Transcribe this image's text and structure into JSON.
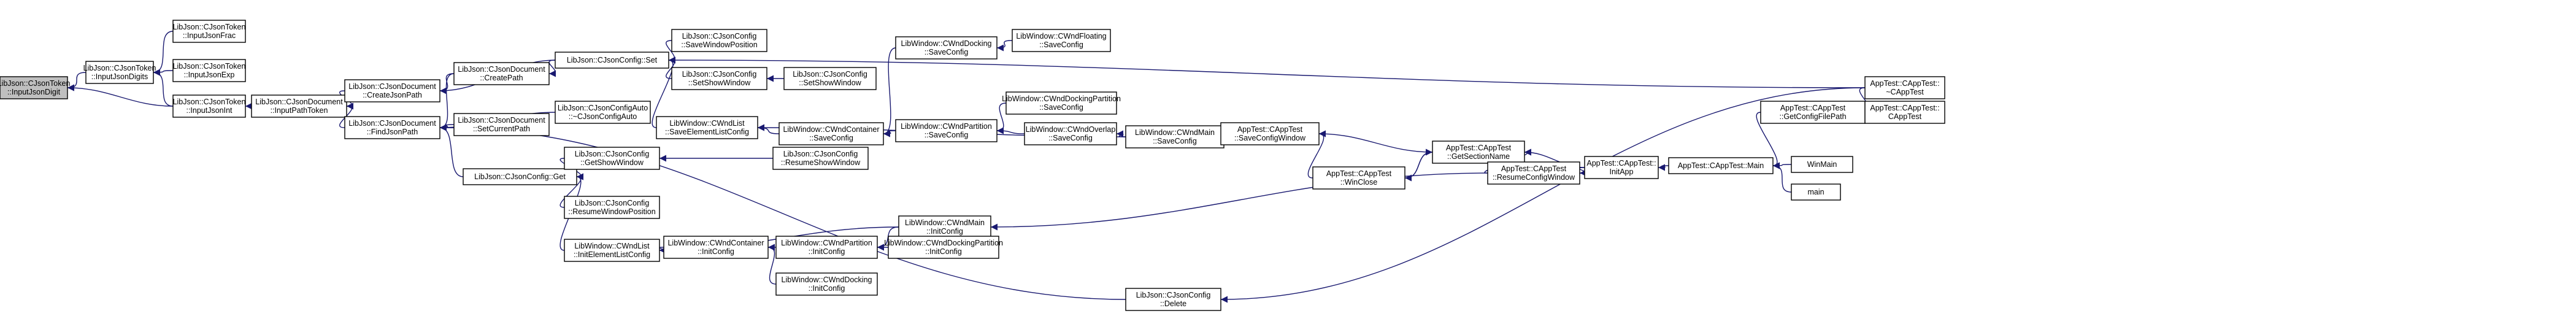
{
  "nodes": [
    {
      "id": "n0",
      "lines": [
        "LibJson::CJsonToken",
        "::InputJsonDigit"
      ],
      "root": true
    },
    {
      "id": "n1",
      "lines": [
        "LibJson::CJsonToken",
        "::InputJsonDigits"
      ]
    },
    {
      "id": "n2",
      "lines": [
        "LibJson::CJsonToken",
        "::InputJsonFrac"
      ]
    },
    {
      "id": "n3",
      "lines": [
        "LibJson::CJsonToken",
        "::InputJsonExp"
      ]
    },
    {
      "id": "n4",
      "lines": [
        "LibJson::CJsonToken",
        "::InputJsonInt"
      ]
    },
    {
      "id": "n5",
      "lines": [
        "LibJson::CJsonDocument",
        "::InputPathToken"
      ]
    },
    {
      "id": "n6",
      "lines": [
        "LibJson::CJsonDocument",
        "::CreateJsonPath"
      ]
    },
    {
      "id": "n7",
      "lines": [
        "LibJson::CJsonDocument",
        "::FindJsonPath"
      ]
    },
    {
      "id": "n8",
      "lines": [
        "LibJson::CJsonDocument",
        "::CreatePath"
      ]
    },
    {
      "id": "n9",
      "lines": [
        "LibJson::CJsonDocument",
        "::SetCurrentPath"
      ]
    },
    {
      "id": "n10",
      "lines": [
        "LibJson::CJsonConfig::Set"
      ]
    },
    {
      "id": "n11",
      "lines": [
        "LibJson::CJsonConfig::Get"
      ]
    },
    {
      "id": "n12",
      "lines": [
        "LibJson::CJsonConfigAuto",
        "::~CJsonConfigAuto"
      ]
    },
    {
      "id": "n13",
      "lines": [
        "LibJson::CJsonConfig",
        "::SaveWindowPosition"
      ]
    },
    {
      "id": "n14",
      "lines": [
        "LibJson::CJsonConfig",
        "::SetShowWindow"
      ]
    },
    {
      "id": "n15",
      "lines": [
        "LibWindow::CWndList",
        "::SaveElementListConfig"
      ]
    },
    {
      "id": "n16",
      "lines": [
        "LibJson::CJsonConfig",
        "::GetShowWindow"
      ]
    },
    {
      "id": "n17",
      "lines": [
        "LibJson::CJsonConfig",
        "::ResumeWindowPosition"
      ]
    },
    {
      "id": "n18",
      "lines": [
        "LibWindow::CWndList",
        "::InitElementListConfig"
      ]
    },
    {
      "id": "n19",
      "lines": [
        "LibJson::CJsonConfig",
        "::SetShowWindow"
      ]
    },
    {
      "id": "n20",
      "lines": [
        "LibJson::CJsonConfig",
        "::ResumeShowWindow"
      ]
    },
    {
      "id": "n21",
      "lines": [
        "LibWindow::CWndContainer",
        "::SaveConfig"
      ]
    },
    {
      "id": "n22",
      "lines": [
        "LibWindow::CWndContainer",
        "::InitConfig"
      ]
    },
    {
      "id": "n23",
      "lines": [
        "LibWindow::CWndDocking",
        "::SaveConfig"
      ]
    },
    {
      "id": "n24",
      "lines": [
        "LibWindow::CWndPartition",
        "::SaveConfig"
      ]
    },
    {
      "id": "n25",
      "lines": [
        "LibWindow::CWndPartition",
        "::InitConfig"
      ]
    },
    {
      "id": "n26",
      "lines": [
        "LibWindow::CWndDocking",
        "::InitConfig"
      ]
    },
    {
      "id": "n27",
      "lines": [
        "LibWindow::CWndFloating",
        "::SaveConfig"
      ]
    },
    {
      "id": "n28",
      "lines": [
        "LibWindow::CWndDockingPartition",
        "::SaveConfig"
      ]
    },
    {
      "id": "n29",
      "lines": [
        "LibWindow::CWndOverlap",
        "::SaveConfig"
      ]
    },
    {
      "id": "n30",
      "lines": [
        "LibWindow::CWndMain",
        "::InitConfig"
      ]
    },
    {
      "id": "n31",
      "lines": [
        "LibWindow::CWndDockingPartition",
        "::InitConfig"
      ]
    },
    {
      "id": "n32",
      "lines": [
        "LibWindow::CWndMain",
        "::SaveConfig"
      ]
    },
    {
      "id": "n33",
      "lines": [
        "LibJson::CJsonConfig",
        "::Delete"
      ]
    },
    {
      "id": "n34",
      "lines": [
        "AppTest::CAppTest",
        "::SaveConfigWindow"
      ]
    },
    {
      "id": "n35",
      "lines": [
        "AppTest::CAppTest",
        "::WinClose"
      ]
    },
    {
      "id": "n36",
      "lines": [
        "AppTest::CAppTest",
        "::GetSectionName"
      ]
    },
    {
      "id": "n37",
      "lines": [
        "AppTest::CAppTest",
        "::ResumeConfigWindow"
      ]
    },
    {
      "id": "n38",
      "lines": [
        "AppTest::CAppTest::",
        "InitApp"
      ]
    },
    {
      "id": "n39",
      "lines": [
        "AppTest::CAppTest::Main"
      ]
    },
    {
      "id": "n40",
      "lines": [
        "AppTest::CAppTest",
        "::GetConfigFilePath"
      ]
    },
    {
      "id": "n41",
      "lines": [
        "WinMain"
      ]
    },
    {
      "id": "n42",
      "lines": [
        "main"
      ]
    },
    {
      "id": "n43",
      "lines": [
        "AppTest::CAppTest::",
        "~CAppTest"
      ]
    },
    {
      "id": "n44",
      "lines": [
        "AppTest::CAppTest::",
        "CAppTest"
      ]
    }
  ],
  "edges": [
    [
      "n1",
      "n0"
    ],
    [
      "n4",
      "n0"
    ],
    [
      "n2",
      "n1"
    ],
    [
      "n3",
      "n1"
    ],
    [
      "n4",
      "n1"
    ],
    [
      "n5",
      "n4"
    ],
    [
      "n6",
      "n5"
    ],
    [
      "n7",
      "n5"
    ],
    [
      "n8",
      "n6"
    ],
    [
      "n10",
      "n6"
    ],
    [
      "n8",
      "n7"
    ],
    [
      "n9",
      "n7"
    ],
    [
      "n11",
      "n7"
    ],
    [
      "n12",
      "n7"
    ],
    [
      "n33",
      "n7"
    ],
    [
      "n10",
      "n8"
    ],
    [
      "n13",
      "n10"
    ],
    [
      "n14",
      "n10"
    ],
    [
      "n15",
      "n10"
    ],
    [
      "n43",
      "n10"
    ],
    [
      "n16",
      "n11"
    ],
    [
      "n17",
      "n11"
    ],
    [
      "n18",
      "n11"
    ],
    [
      "n19",
      "n14"
    ],
    [
      "n20",
      "n16"
    ],
    [
      "n21",
      "n15"
    ],
    [
      "n32",
      "n15"
    ],
    [
      "n22",
      "n18"
    ],
    [
      "n30",
      "n18"
    ],
    [
      "n23",
      "n21"
    ],
    [
      "n24",
      "n21"
    ],
    [
      "n27",
      "n23"
    ],
    [
      "n28",
      "n24"
    ],
    [
      "n29",
      "n24"
    ],
    [
      "n32",
      "n29"
    ],
    [
      "n34",
      "n32"
    ],
    [
      "n25",
      "n22"
    ],
    [
      "n26",
      "n22"
    ],
    [
      "n30",
      "n25"
    ],
    [
      "n31",
      "n25"
    ],
    [
      "n37",
      "n30"
    ],
    [
      "n35",
      "n34"
    ],
    [
      "n36",
      "n34"
    ],
    [
      "n36",
      "n35"
    ],
    [
      "n35",
      "n36"
    ],
    [
      "n37",
      "n36"
    ],
    [
      "n38",
      "n36"
    ],
    [
      "n38",
      "n37"
    ],
    [
      "n39",
      "n38"
    ],
    [
      "n40",
      "n39"
    ],
    [
      "n41",
      "n39"
    ],
    [
      "n42",
      "n39"
    ],
    [
      "n43",
      "n40"
    ],
    [
      "n44",
      "n40"
    ],
    [
      "n43",
      "n33"
    ]
  ]
}
